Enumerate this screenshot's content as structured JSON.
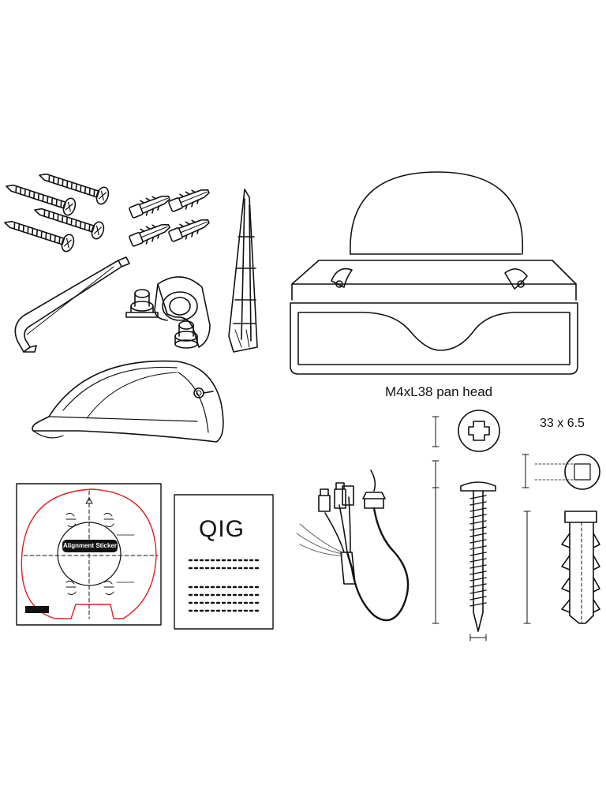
{
  "labels": {
    "screw_spec": "M4xL38 pan head",
    "anchor_spec": "33 x 6.5",
    "qig_title": "QIG",
    "sticker_label": "Alignment Sticker"
  },
  "icons": [
    "screw-icon",
    "wall-anchor-icon",
    "torx-wrench-icon",
    "cable-gland-icon",
    "alignment-pin-icon",
    "dome-camera-icon",
    "visor-icon",
    "alignment-sticker-icon",
    "qig-booklet-icon",
    "cable-icon",
    "phillips-head-icon",
    "anchor-top-icon"
  ],
  "colors": {
    "line": "#111111",
    "sticker_red": "#e02020"
  }
}
